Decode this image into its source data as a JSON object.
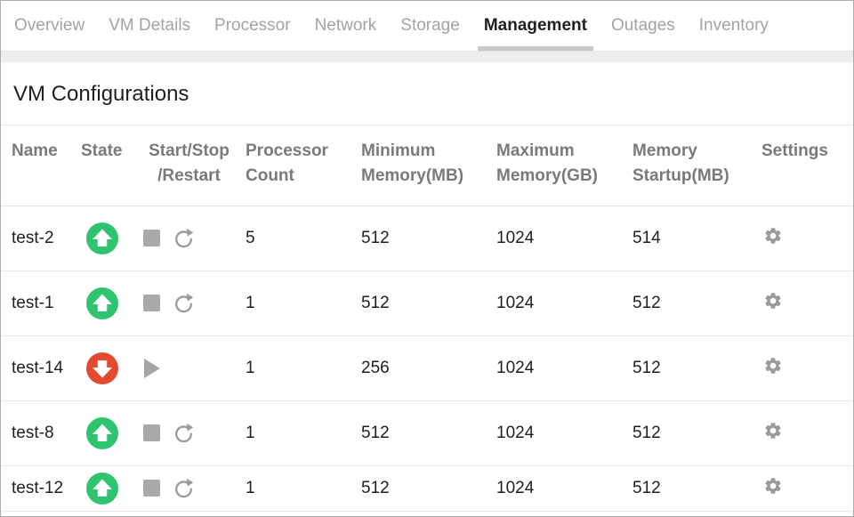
{
  "tabs": {
    "items": [
      {
        "label": "Overview",
        "active": false
      },
      {
        "label": "VM Details",
        "active": false
      },
      {
        "label": "Processor",
        "active": false
      },
      {
        "label": "Network",
        "active": false
      },
      {
        "label": "Storage",
        "active": false
      },
      {
        "label": "Management",
        "active": true
      },
      {
        "label": "Outages",
        "active": false
      },
      {
        "label": "Inventory",
        "active": false
      }
    ]
  },
  "panel": {
    "title": "VM Configurations"
  },
  "table": {
    "headers": {
      "name": "Name",
      "state": "State",
      "start_stop_restart": "Start/Stop\n/Restart",
      "processor_count": "Processor\nCount",
      "min_memory": "Minimum\nMemory(MB)",
      "max_memory": "Maximum\nMemory(GB)",
      "memory_startup": "Memory\nStartup(MB)",
      "settings": "Settings"
    },
    "rows": [
      {
        "name": "test-2",
        "state": "running",
        "actions": [
          "stop",
          "restart"
        ],
        "processor_count": "5",
        "min_memory_mb": "512",
        "max_memory_gb": "1024",
        "memory_startup_mb": "514"
      },
      {
        "name": "test-1",
        "state": "running",
        "actions": [
          "stop",
          "restart"
        ],
        "processor_count": "1",
        "min_memory_mb": "512",
        "max_memory_gb": "1024",
        "memory_startup_mb": "512"
      },
      {
        "name": "test-14",
        "state": "stopped",
        "actions": [
          "start"
        ],
        "processor_count": "1",
        "min_memory_mb": "256",
        "max_memory_gb": "1024",
        "memory_startup_mb": "512"
      },
      {
        "name": "test-8",
        "state": "running",
        "actions": [
          "stop",
          "restart"
        ],
        "processor_count": "1",
        "min_memory_mb": "512",
        "max_memory_gb": "1024",
        "memory_startup_mb": "512"
      },
      {
        "name": "test-12",
        "state": "running",
        "actions": [
          "stop",
          "restart"
        ],
        "processor_count": "1",
        "min_memory_mb": "512",
        "max_memory_gb": "1024",
        "memory_startup_mb": "512"
      }
    ]
  },
  "colors": {
    "state_running": "#2ec46f",
    "state_stopped": "#e2492f",
    "active_tab_underline": "#c8c8c8",
    "icon_gray": "#9b9b9b"
  }
}
